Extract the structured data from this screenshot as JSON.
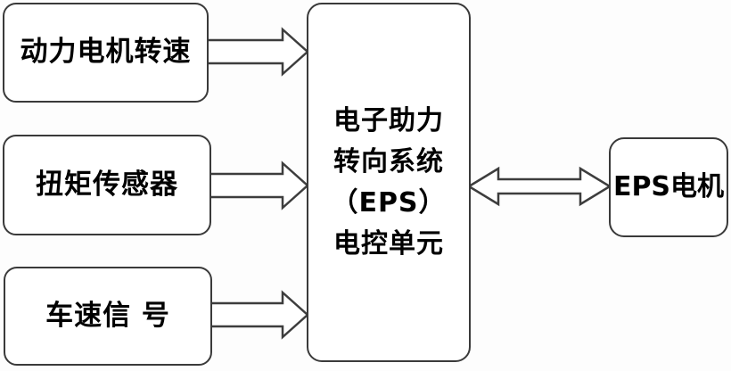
{
  "diagram": {
    "inputs": [
      {
        "id": "motor-speed",
        "label": "动力电机转速"
      },
      {
        "id": "torque-sensor",
        "label": "扭矩传感器"
      },
      {
        "id": "vehicle-speed",
        "label": "车速信 号"
      }
    ],
    "ecu": {
      "lines": [
        "电子助力",
        "转向系统",
        "（EPS）",
        "电控单元"
      ]
    },
    "motor": {
      "label": "EPS电机"
    },
    "connections": [
      {
        "from": "motor-speed",
        "to": "ecu",
        "type": "block-arrow-right"
      },
      {
        "from": "torque-sensor",
        "to": "ecu",
        "type": "block-arrow-right"
      },
      {
        "from": "vehicle-speed",
        "to": "ecu",
        "type": "block-arrow-right"
      },
      {
        "from": "ecu",
        "to": "eps-motor",
        "type": "block-arrow-double"
      }
    ],
    "colors": {
      "background": "#ffffff",
      "border": "#3a3a3a",
      "arrow_stroke": "#3d3d3d",
      "text": "#000000"
    }
  }
}
